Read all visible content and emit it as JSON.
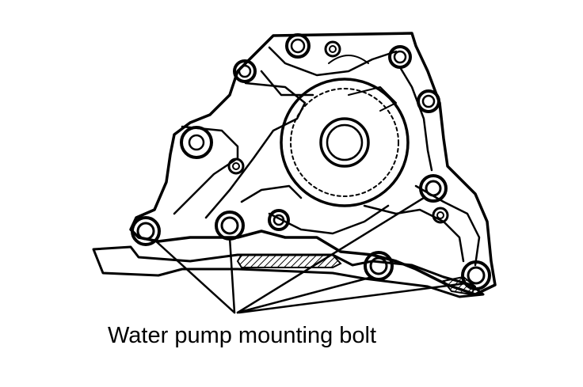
{
  "diagram": {
    "callout_label": "Water pump mounting bolt",
    "colors": {
      "ink": "#000000",
      "paper": "#ffffff"
    },
    "bolts": [
      {
        "name": "bolt-top-left-tab"
      },
      {
        "name": "bolt-upper-left"
      },
      {
        "name": "bolt-top-center"
      },
      {
        "name": "bolt-upper-right"
      },
      {
        "name": "bolt-lower-left"
      },
      {
        "name": "bolt-lower-center-left"
      },
      {
        "name": "bolt-lower-center"
      },
      {
        "name": "bolt-right-middle"
      },
      {
        "name": "bolt-lower-right"
      },
      {
        "name": "bolt-small-center"
      }
    ]
  }
}
